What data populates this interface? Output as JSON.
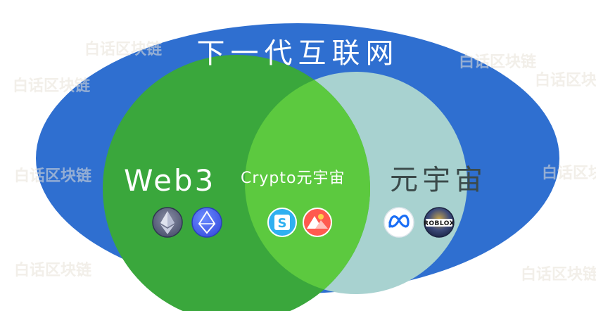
{
  "diagram": {
    "title": "下一代互联网",
    "circles": [
      {
        "id": "web3",
        "label": "Web3",
        "color": "#3aa73c"
      },
      {
        "id": "overlap",
        "label": "Crypto元宇宙",
        "color": "#5cc93f"
      },
      {
        "id": "metaverse",
        "label": "元宇宙",
        "color": "#a8d2d0"
      }
    ],
    "outer_color": "#2f6fd0",
    "icons": {
      "web3": [
        "ethereum-logo",
        "ens-logo"
      ],
      "overlap": [
        "sandbox-logo",
        "decentraland-logo"
      ],
      "metaverse": [
        "meta-logo",
        "roblox-logo"
      ]
    },
    "roblox_logo_text": "ROBLOX"
  },
  "watermark": {
    "text": "白话区块链"
  }
}
